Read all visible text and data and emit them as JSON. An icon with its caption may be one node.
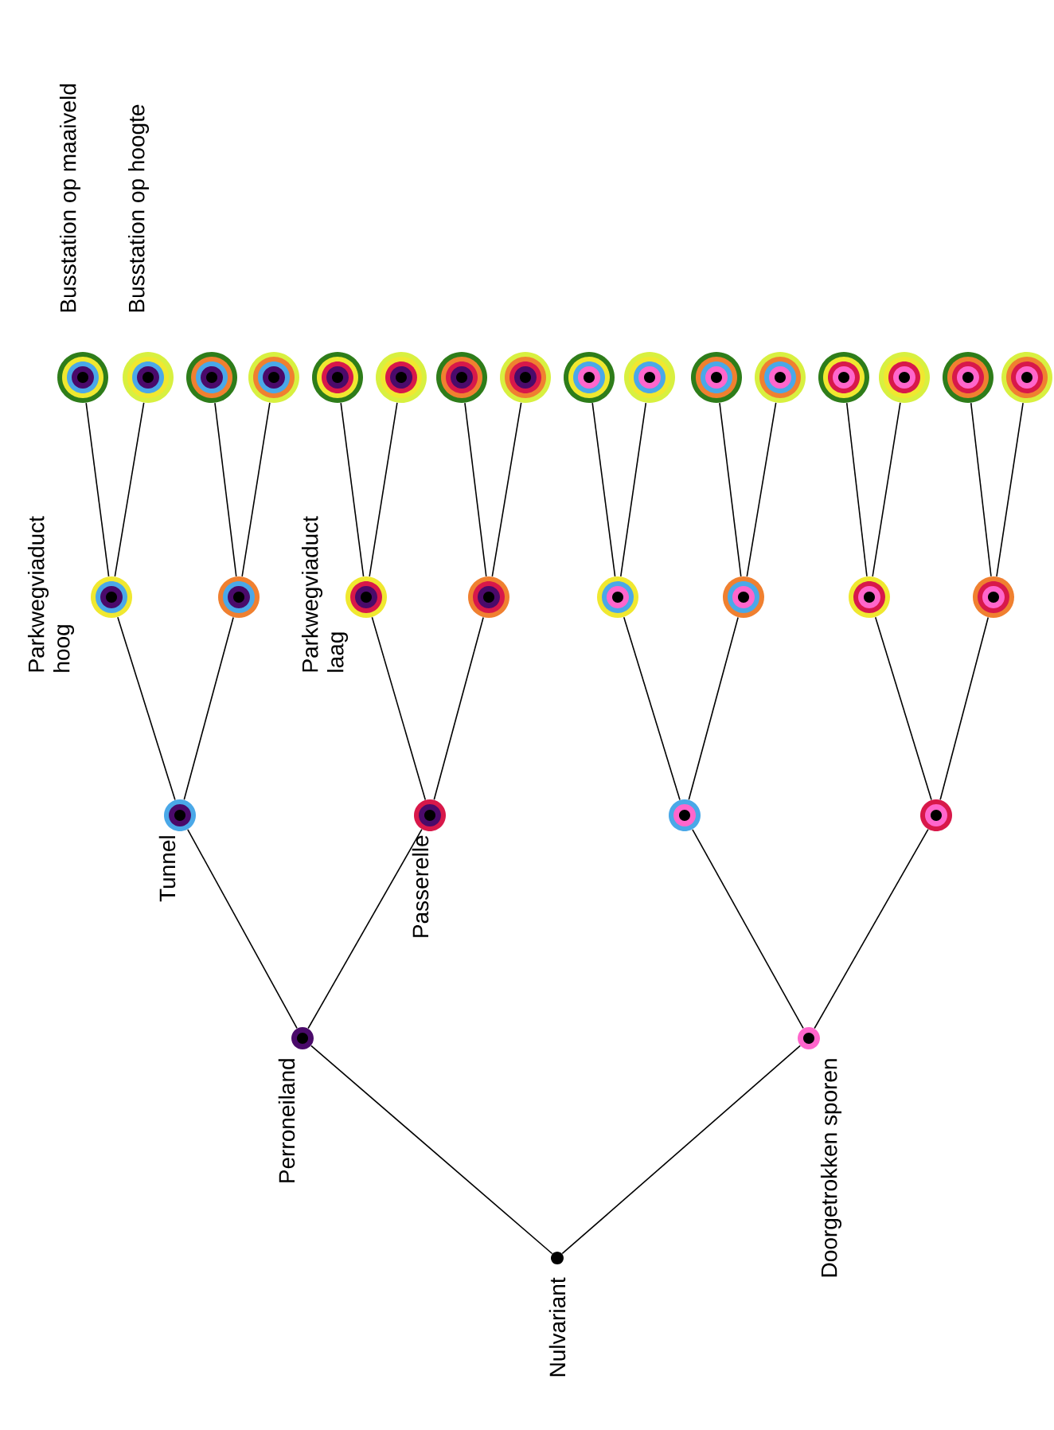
{
  "diagram": {
    "nodes": [
      {
        "text": [],
        "shape": "circle",
        "beside": [
          "Nulvariant"
        ]
      },
      {
        "text": [],
        "shape": "circle",
        "beside": [
          "Perroneiland"
        ]
      },
      {
        "text": [],
        "shape": "circle",
        "beside": [
          "Doorgetrokken sporen"
        ]
      },
      {
        "text": [],
        "shape": "circle",
        "beside": [
          "Tunnel"
        ]
      },
      {
        "text": [],
        "shape": "circle",
        "beside": [
          "Passerelle"
        ]
      },
      {
        "text": [],
        "shape": "circle"
      },
      {
        "text": [],
        "shape": "circle"
      },
      {
        "text": [],
        "shape": "circle",
        "beside": [
          "Parkwegviaduct hoog"
        ]
      },
      {
        "text": [],
        "shape": "circle"
      },
      {
        "text": [],
        "shape": "circle",
        "beside": [
          "Parkwegviaduct laag"
        ]
      },
      {
        "text": [],
        "shape": "circle"
      },
      {
        "text": [],
        "shape": "circle"
      },
      {
        "text": [],
        "shape": "circle"
      },
      {
        "text": [],
        "shape": "circle"
      },
      {
        "text": [],
        "shape": "circle"
      },
      {
        "text": [],
        "shape": "circle",
        "beside": [
          "Busstation op maaiveld"
        ]
      },
      {
        "text": [],
        "shape": "circle",
        "beside": [
          "Busstation op hoogte"
        ]
      },
      {
        "text": [],
        "shape": "circle"
      },
      {
        "text": [],
        "shape": "circle"
      },
      {
        "text": [],
        "shape": "circle"
      },
      {
        "text": [],
        "shape": "circle"
      },
      {
        "text": [],
        "shape": "circle"
      },
      {
        "text": [],
        "shape": "circle"
      },
      {
        "text": [],
        "shape": "circle"
      },
      {
        "text": [],
        "shape": "circle"
      },
      {
        "text": [],
        "shape": "circle"
      },
      {
        "text": [],
        "shape": "circle"
      },
      {
        "text": [],
        "shape": "circle"
      },
      {
        "text": [],
        "shape": "circle"
      },
      {
        "text": [],
        "shape": "circle"
      },
      {
        "text": [],
        "shape": "circle"
      }
    ],
    "edges": [
      {
        "from": 0,
        "to": 1,
        "arrow": "none"
      },
      {
        "from": 0,
        "to": 2,
        "arrow": "none"
      },
      {
        "from": 1,
        "to": 3,
        "arrow": "none"
      },
      {
        "from": 1,
        "to": 4,
        "arrow": "none"
      },
      {
        "from": 2,
        "to": 5,
        "arrow": "none"
      },
      {
        "from": 2,
        "to": 6,
        "arrow": "none"
      },
      {
        "from": 3,
        "to": 7,
        "arrow": "none"
      },
      {
        "from": 3,
        "to": 8,
        "arrow": "none"
      },
      {
        "from": 4,
        "to": 9,
        "arrow": "none"
      },
      {
        "from": 4,
        "to": 10,
        "arrow": "none"
      },
      {
        "from": 5,
        "to": 11,
        "arrow": "none"
      },
      {
        "from": 5,
        "to": 12,
        "arrow": "none"
      },
      {
        "from": 6,
        "to": 13,
        "arrow": "none"
      },
      {
        "from": 6,
        "to": 14,
        "arrow": "none"
      },
      {
        "from": 7,
        "to": 15,
        "arrow": "none"
      },
      {
        "from": 7,
        "to": 16,
        "arrow": "none"
      },
      {
        "from": 8,
        "to": 17,
        "arrow": "none"
      },
      {
        "from": 8,
        "to": 18,
        "arrow": "none"
      },
      {
        "from": 9,
        "to": 19,
        "arrow": "none"
      },
      {
        "from": 9,
        "to": 20,
        "arrow": "none"
      },
      {
        "from": 10,
        "to": 21,
        "arrow": "none"
      },
      {
        "from": 10,
        "to": 22,
        "arrow": "none"
      },
      {
        "from": 11,
        "to": 23,
        "arrow": "none"
      },
      {
        "from": 11,
        "to": 24,
        "arrow": "none"
      },
      {
        "from": 12,
        "to": 25,
        "arrow": "none"
      },
      {
        "from": 12,
        "to": 26,
        "arrow": "none"
      },
      {
        "from": 13,
        "to": 27,
        "arrow": "none"
      },
      {
        "from": 13,
        "to": 28,
        "arrow": "none"
      },
      {
        "from": 14,
        "to": 29,
        "arrow": "none"
      },
      {
        "from": 14,
        "to": 30,
        "arrow": "none"
      }
    ]
  }
}
